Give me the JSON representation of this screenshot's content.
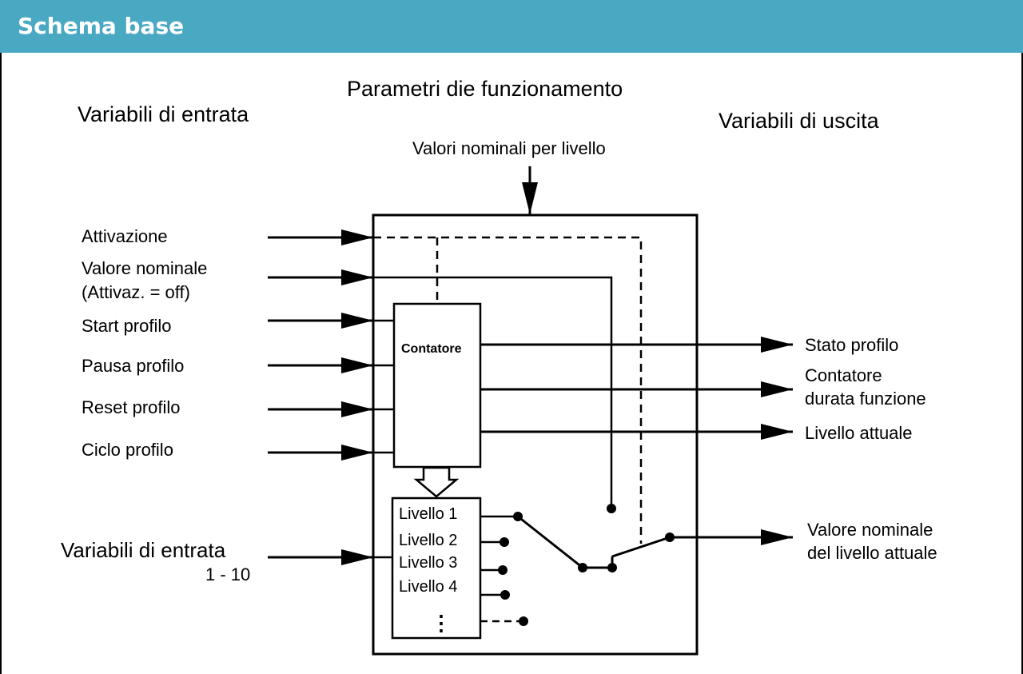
{
  "header": {
    "title": "Schema base"
  },
  "diagram": {
    "title_top": "Parametri die funzionamento",
    "input_heading": "Variabili di entrata",
    "output_heading": "Variabili di uscita",
    "setpoints_label": "Valori nominali per livello",
    "inputs": {
      "activation": "Attivazione",
      "setpoint_line1": "Valore nominale",
      "setpoint_line2": "(Attivaz. = off)",
      "start": "Start profilo",
      "pause": "Pausa profilo",
      "reset": "Reset profilo",
      "cycle": "Ciclo profilo",
      "vars_label": "Variabili di entrata",
      "vars_range": "1 - 10"
    },
    "counter_label": "Contatore",
    "levels": [
      "Livello 1",
      "Livello 2",
      "Livello 3",
      "Livello 4"
    ],
    "levels_more": "⋮",
    "outputs": {
      "status": "Stato profilo",
      "runtime_line1": "Contatore",
      "runtime_line2": "durata funzione",
      "current_level": "Livello attuale",
      "setpoint_line1": "Valore nominale",
      "setpoint_line2": "del livello attuale"
    }
  }
}
